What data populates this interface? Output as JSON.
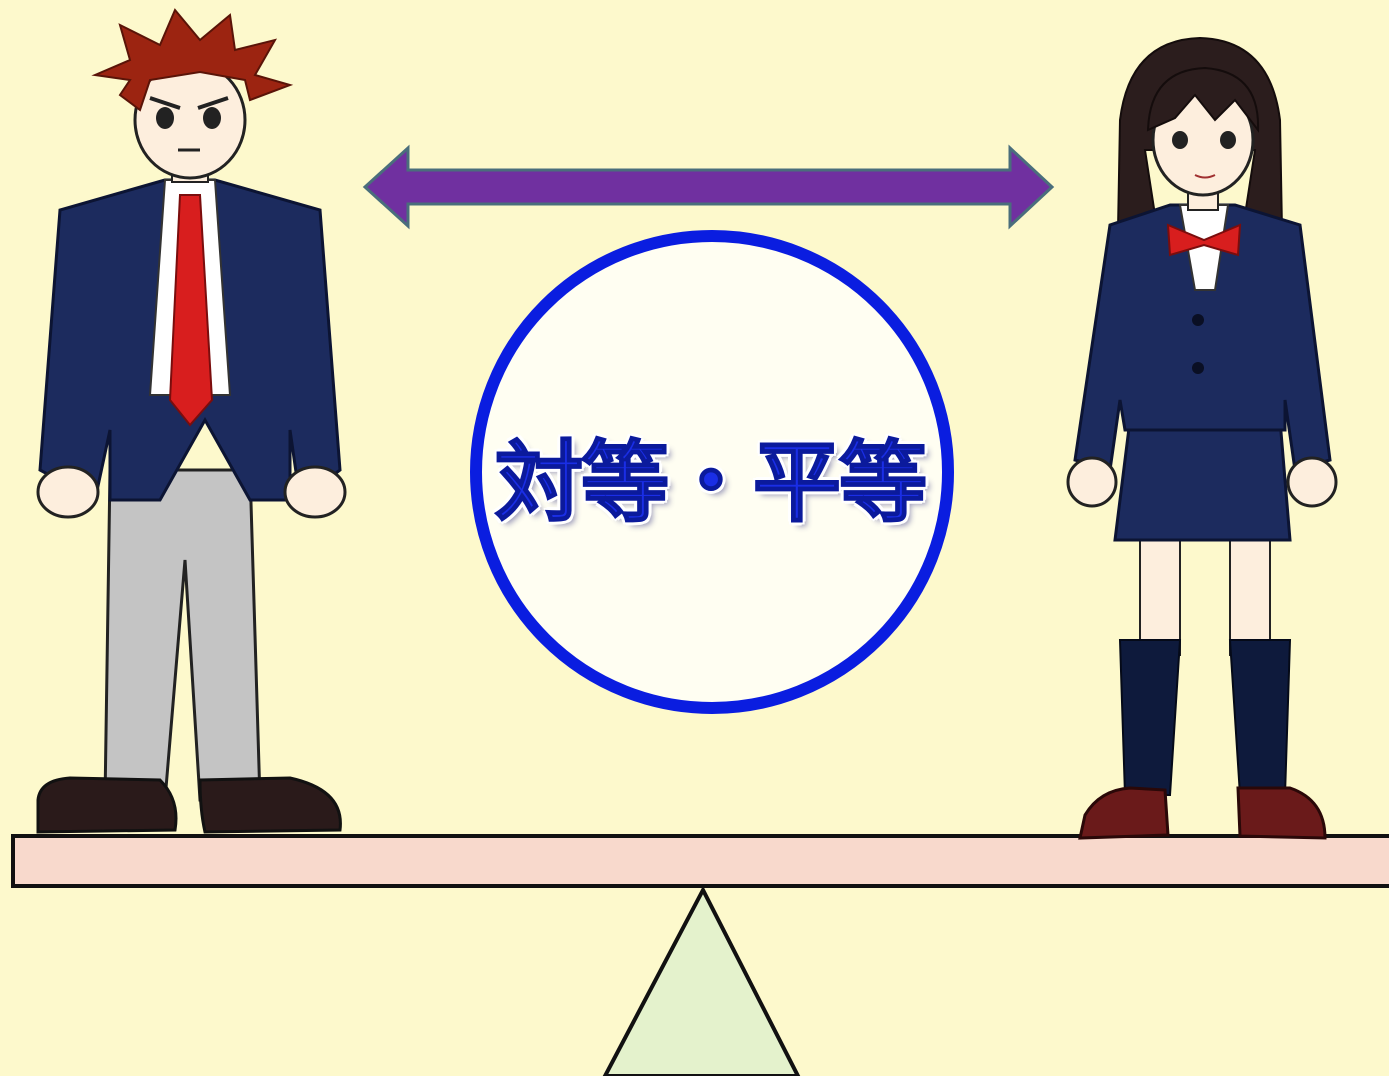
{
  "caption": "対等・平等",
  "colors": {
    "background": "#fdf9cc",
    "arrow": "#7030a0",
    "circle_border": "#0a1de0",
    "circle_fill": "#fffef2",
    "text": "#1a2ee6",
    "plank": "#f8d9cc",
    "fulcrum": "#e4f2cc",
    "blazer": "#1c2b5e",
    "tie": "#d81e1e"
  },
  "icons": [
    "boy-student-figure",
    "girl-student-figure",
    "double-arrow-icon",
    "seesaw-plank",
    "fulcrum-triangle"
  ]
}
